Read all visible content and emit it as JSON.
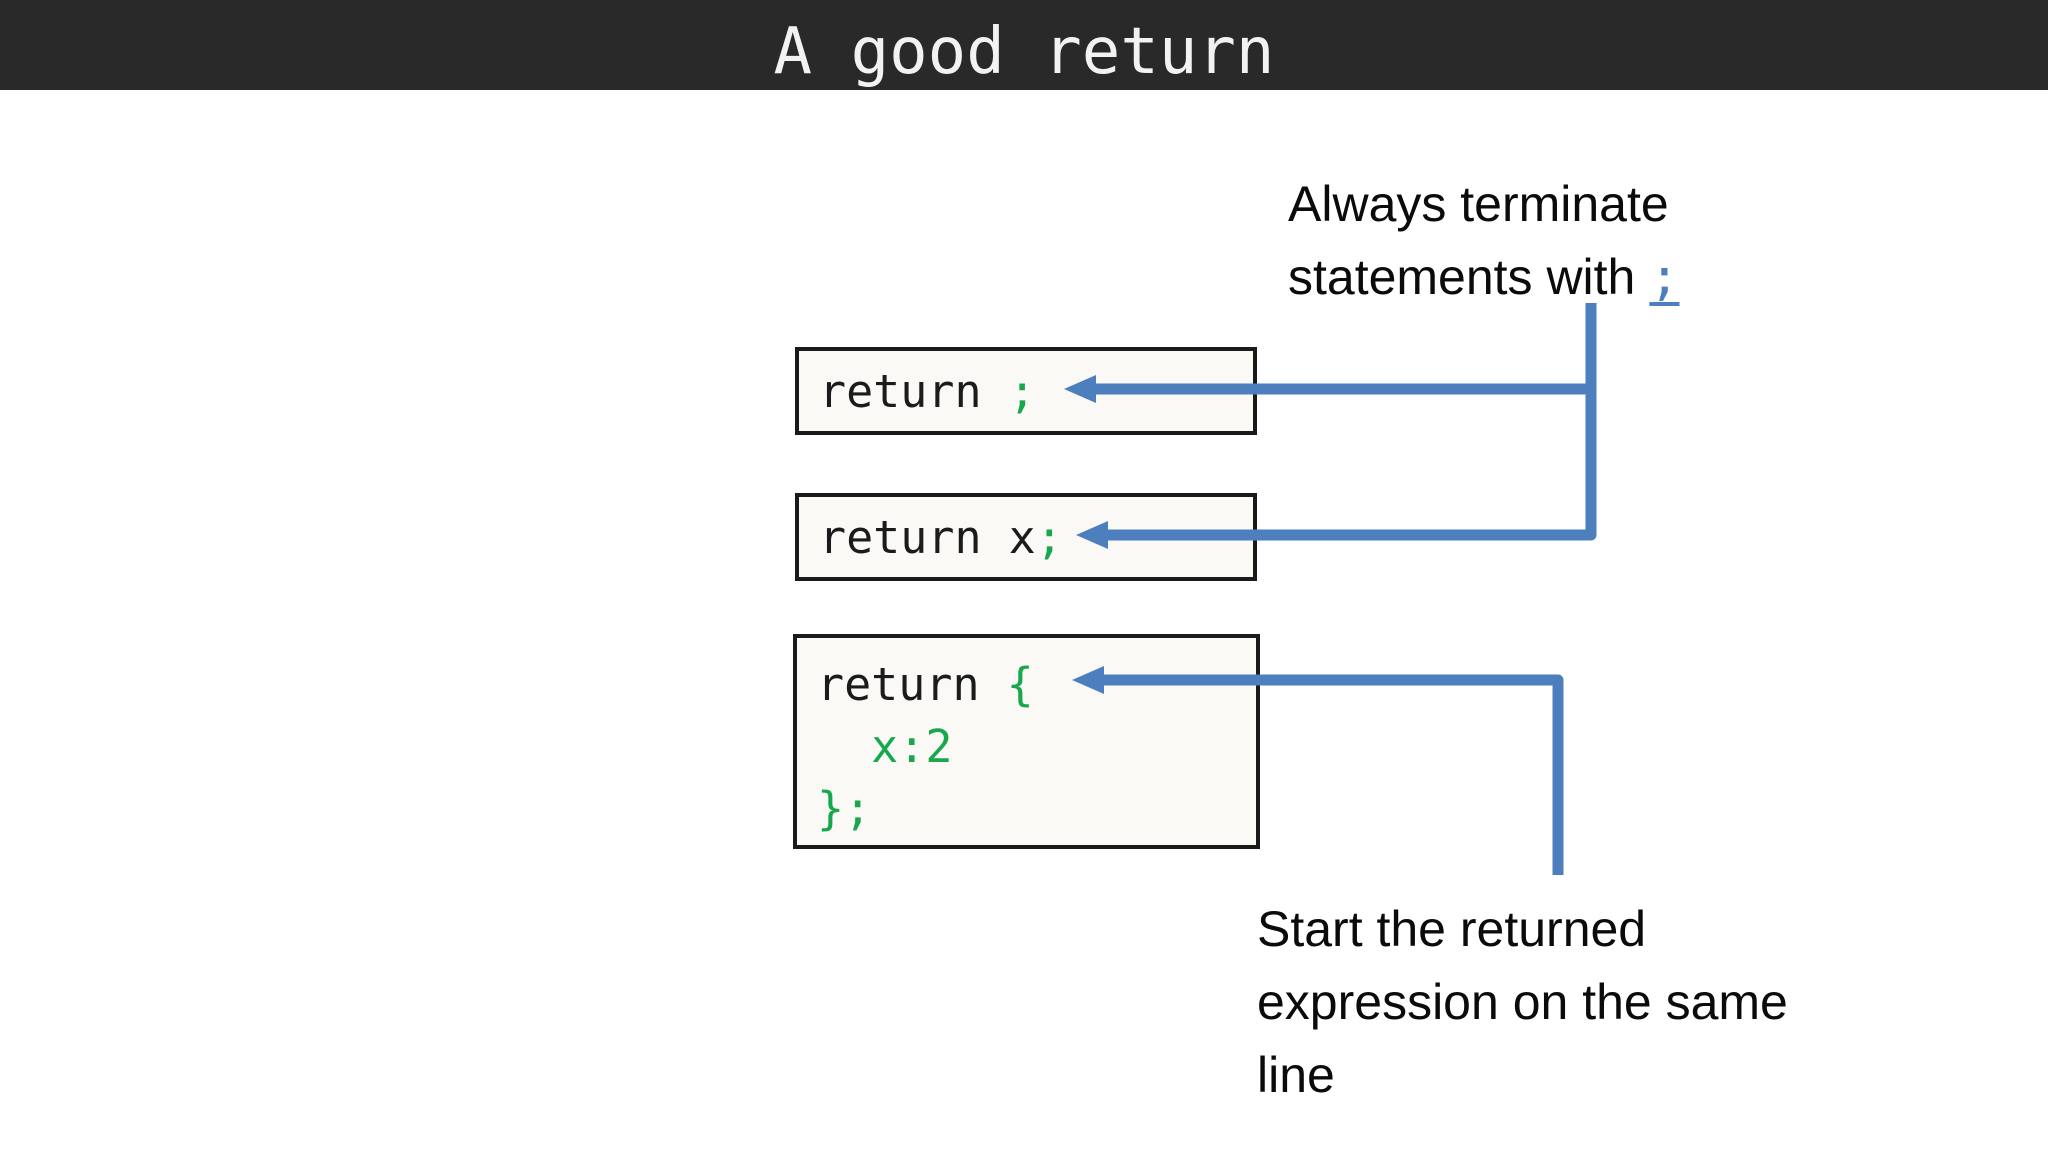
{
  "header": {
    "title": "A good return"
  },
  "annotations": {
    "top": {
      "line1": "Always terminate",
      "line2": "statements with",
      "semicolon": ";"
    },
    "bottom": {
      "line1": "Start the returned",
      "line2": "expression on the same",
      "line3": "line"
    }
  },
  "code_boxes": [
    {
      "name": "return-statement",
      "code_black": "return ",
      "code_green": ";"
    },
    {
      "name": "return-x-statement",
      "code_black": "return x",
      "code_green": ";"
    },
    {
      "name": "return-object-statement",
      "line1_black": "return ",
      "line1_green": "{",
      "line2_green": "  x:2",
      "line3_green": "};"
    }
  ],
  "colors": {
    "arrow": "#4d7ebd",
    "code-green": "#17a74c",
    "header-bg": "#292929",
    "header-text": "#f2f2f2",
    "box-bg": "#faf9f5",
    "box-border": "#1a1a1a",
    "code-text": "#1b1b1b",
    "note-text": "#0b0b0b"
  }
}
